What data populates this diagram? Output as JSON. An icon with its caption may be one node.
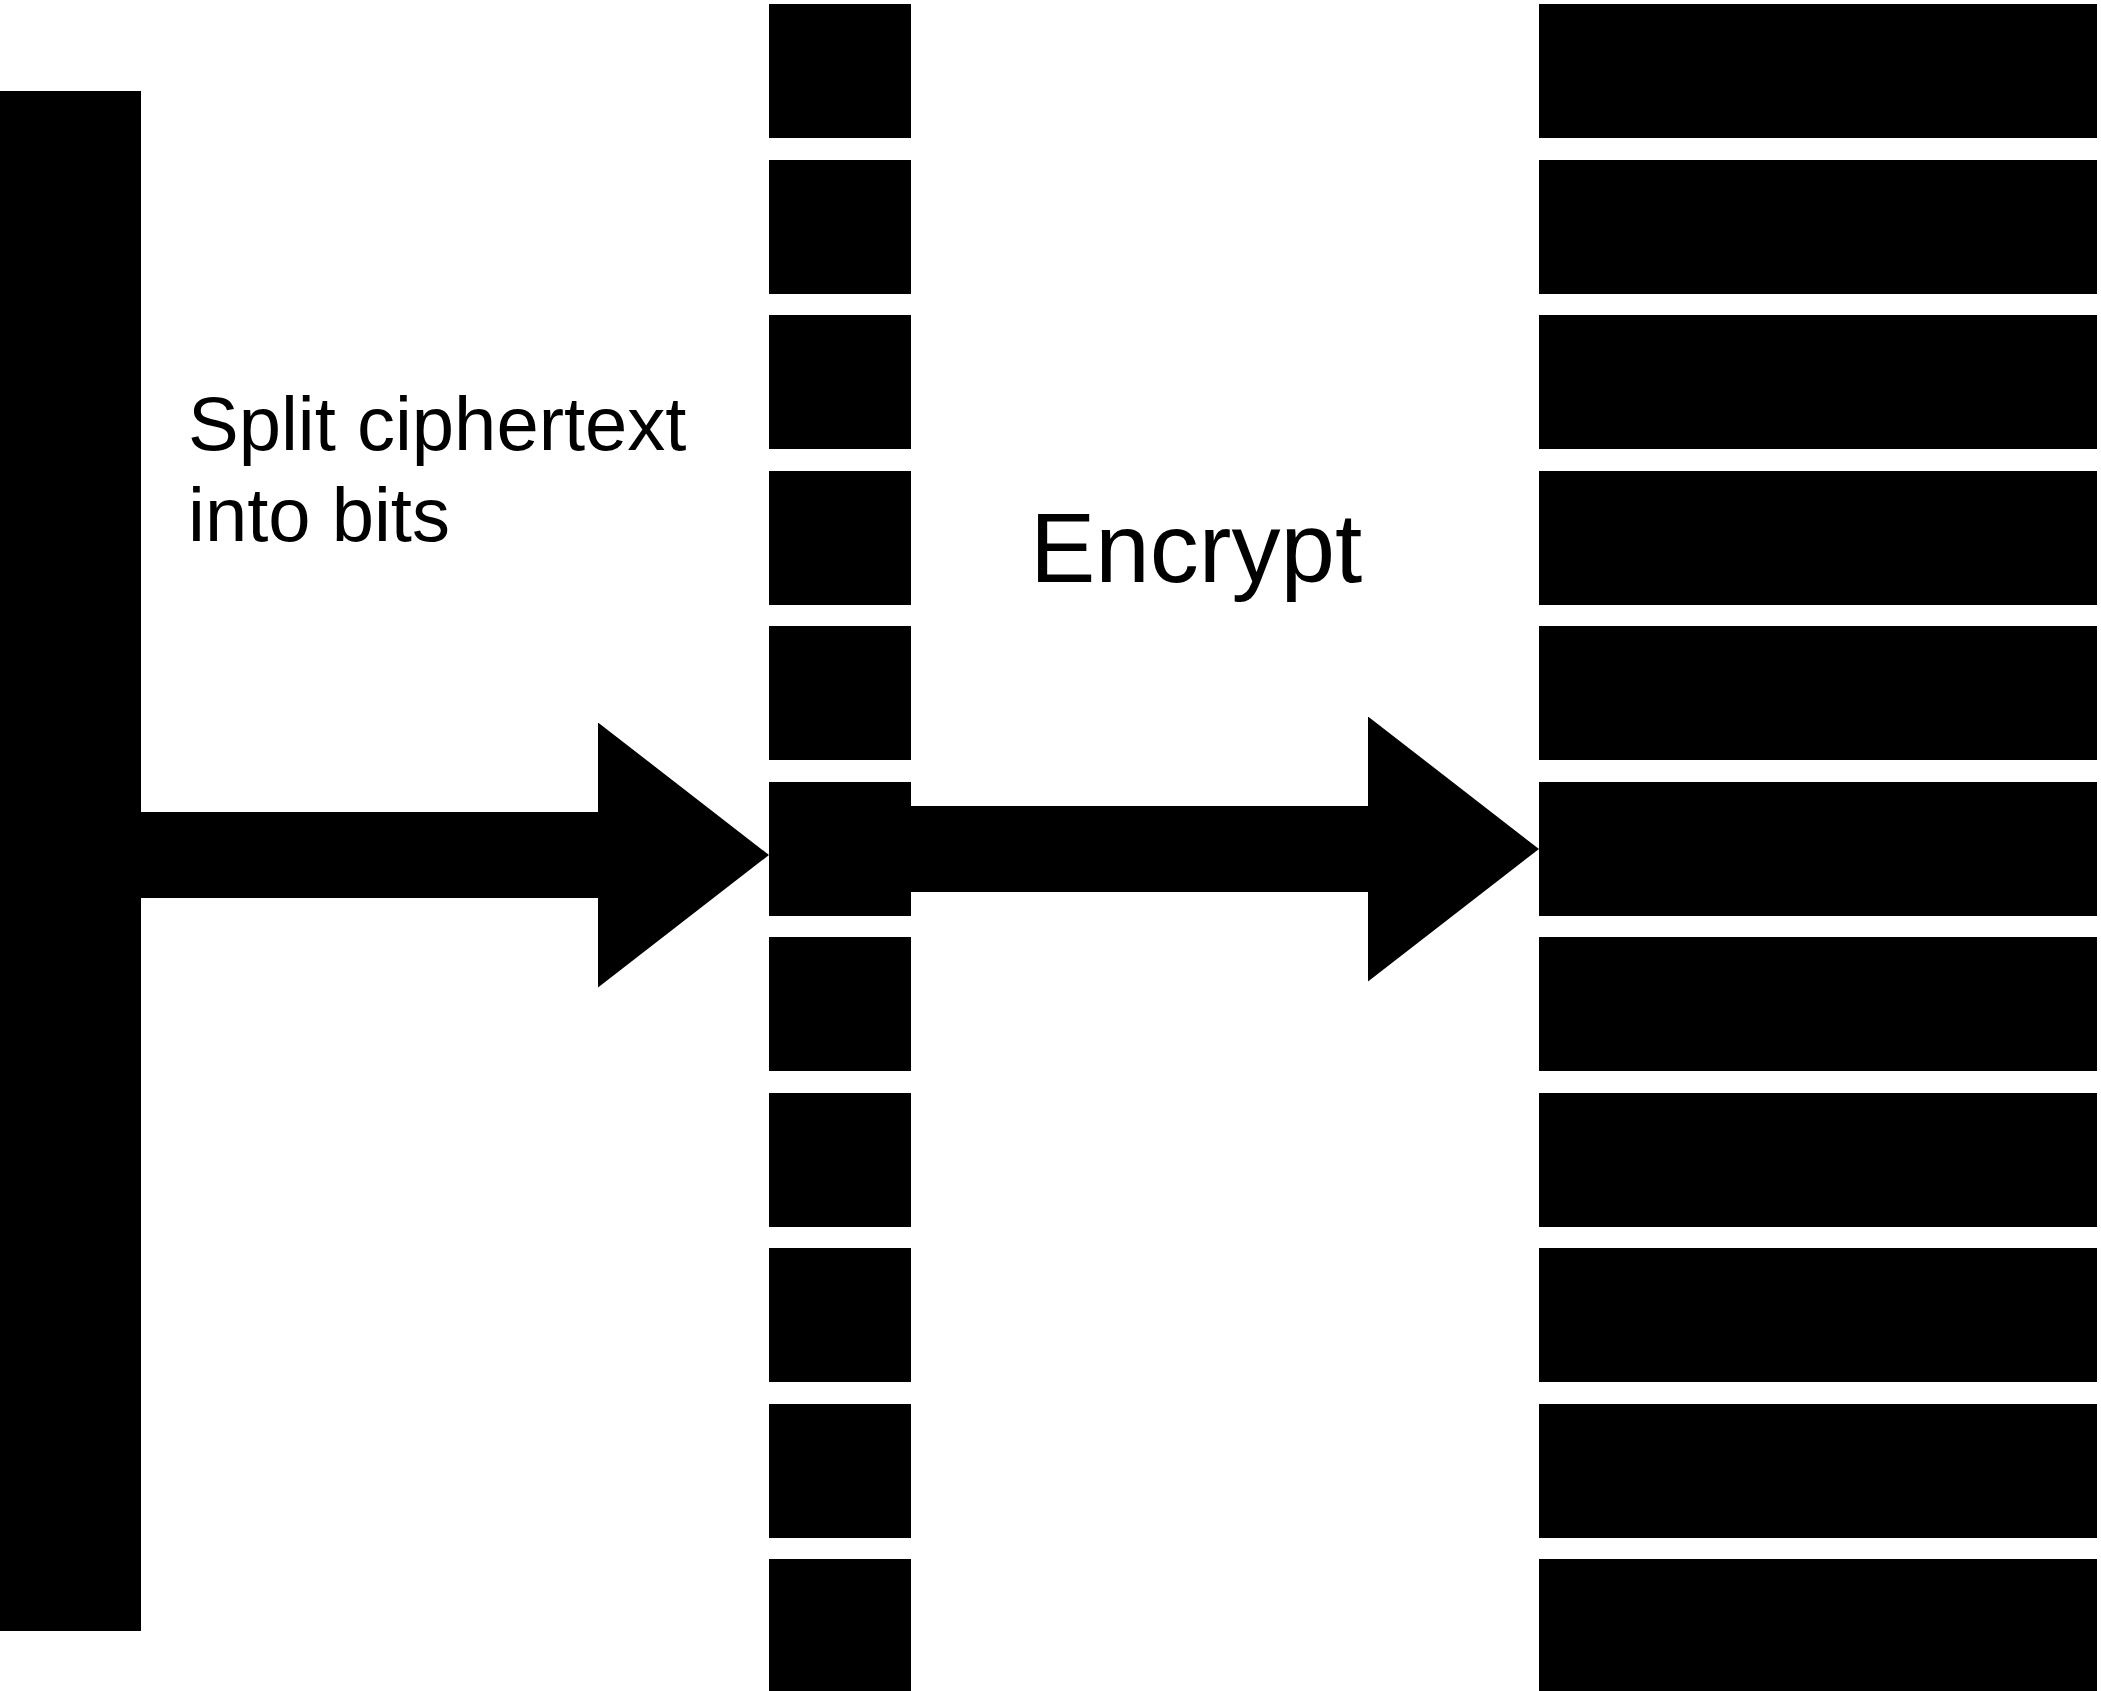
{
  "diagram": {
    "nodes": [
      {
        "text": [],
        "shape": "box"
      },
      {
        "text": [],
        "shape": "box"
      },
      {
        "text": [],
        "shape": "box"
      },
      {
        "text": [],
        "shape": "box"
      },
      {
        "text": [],
        "shape": "box"
      },
      {
        "text": [],
        "shape": "box"
      },
      {
        "text": [],
        "shape": "box"
      },
      {
        "text": [],
        "shape": "box"
      },
      {
        "text": [],
        "shape": "box"
      },
      {
        "text": [],
        "shape": "box"
      },
      {
        "text": [],
        "shape": "box"
      },
      {
        "text": [],
        "shape": "box"
      },
      {
        "text": [],
        "shape": "box"
      },
      {
        "text": [],
        "shape": "box"
      },
      {
        "text": [],
        "shape": "box"
      },
      {
        "text": [],
        "shape": "box"
      },
      {
        "text": [],
        "shape": "box"
      },
      {
        "text": [],
        "shape": "box"
      },
      {
        "text": [],
        "shape": "box"
      },
      {
        "text": [],
        "shape": "box"
      },
      {
        "text": [],
        "shape": "box"
      },
      {
        "text": [],
        "shape": "box"
      },
      {
        "text": [],
        "shape": "box"
      }
    ],
    "edges": [
      {
        "from": 0,
        "to": 6,
        "arrow": "to",
        "label": "Split ciphertext into bits"
      },
      {
        "from": 6,
        "to": 17,
        "arrow": "to",
        "label": "Encrypt"
      }
    ]
  }
}
